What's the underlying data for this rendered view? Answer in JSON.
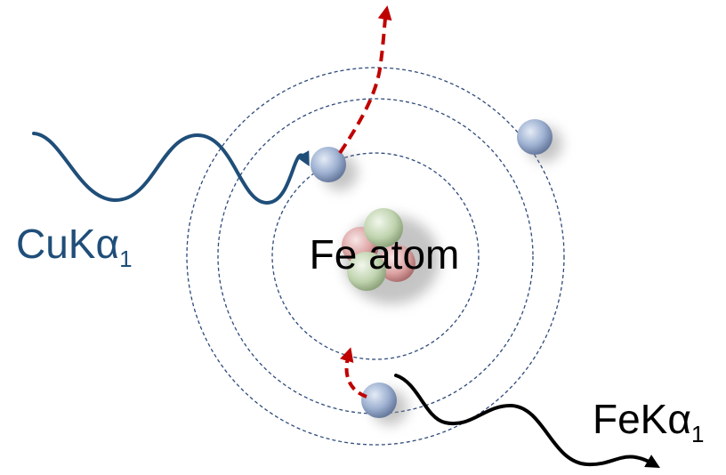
{
  "diagram": {
    "center_label": "Fe atom",
    "incoming_label": {
      "main": "CuKα",
      "sub": "1"
    },
    "outgoing_label": {
      "main": "FeKα",
      "sub": "1"
    },
    "colors": {
      "incoming_wave": "#1F4E79",
      "outgoing_wave": "#000000",
      "electron_path": "#C00000",
      "orbit": "#2E4A7A",
      "electron": "#8EA4C8",
      "nucleus_green": "#A9C79A",
      "nucleus_red": "#D88A8A",
      "text_dark": "#000000",
      "text_blue": "#1F4E79"
    }
  }
}
